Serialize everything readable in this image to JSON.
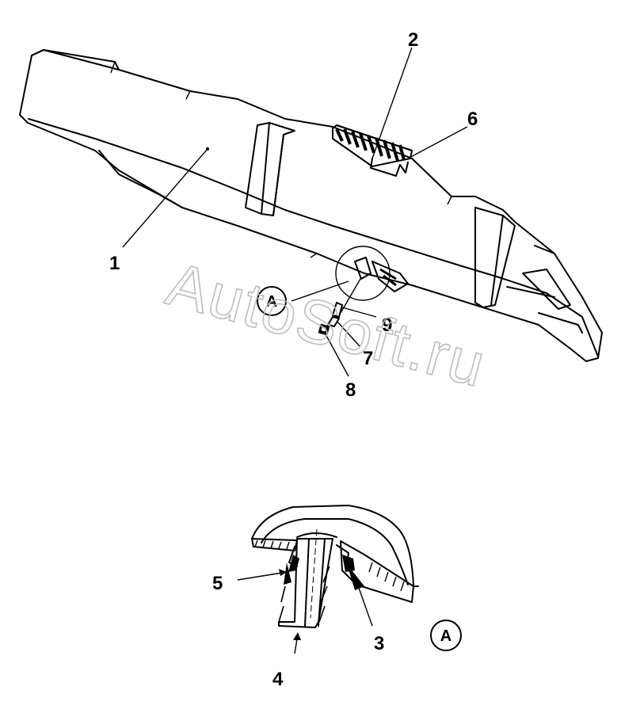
{
  "callouts": {
    "c1": "1",
    "c2": "2",
    "c3": "3",
    "c4": "4",
    "c5": "5",
    "c6": "6",
    "c7": "7",
    "c8": "8",
    "c9": "9",
    "detail_ref": "A",
    "detail_label": "A"
  },
  "watermark": "AutoSoft.ru",
  "colors": {
    "line": "#000000",
    "background": "#ffffff",
    "watermark": "#bdbdbd"
  }
}
